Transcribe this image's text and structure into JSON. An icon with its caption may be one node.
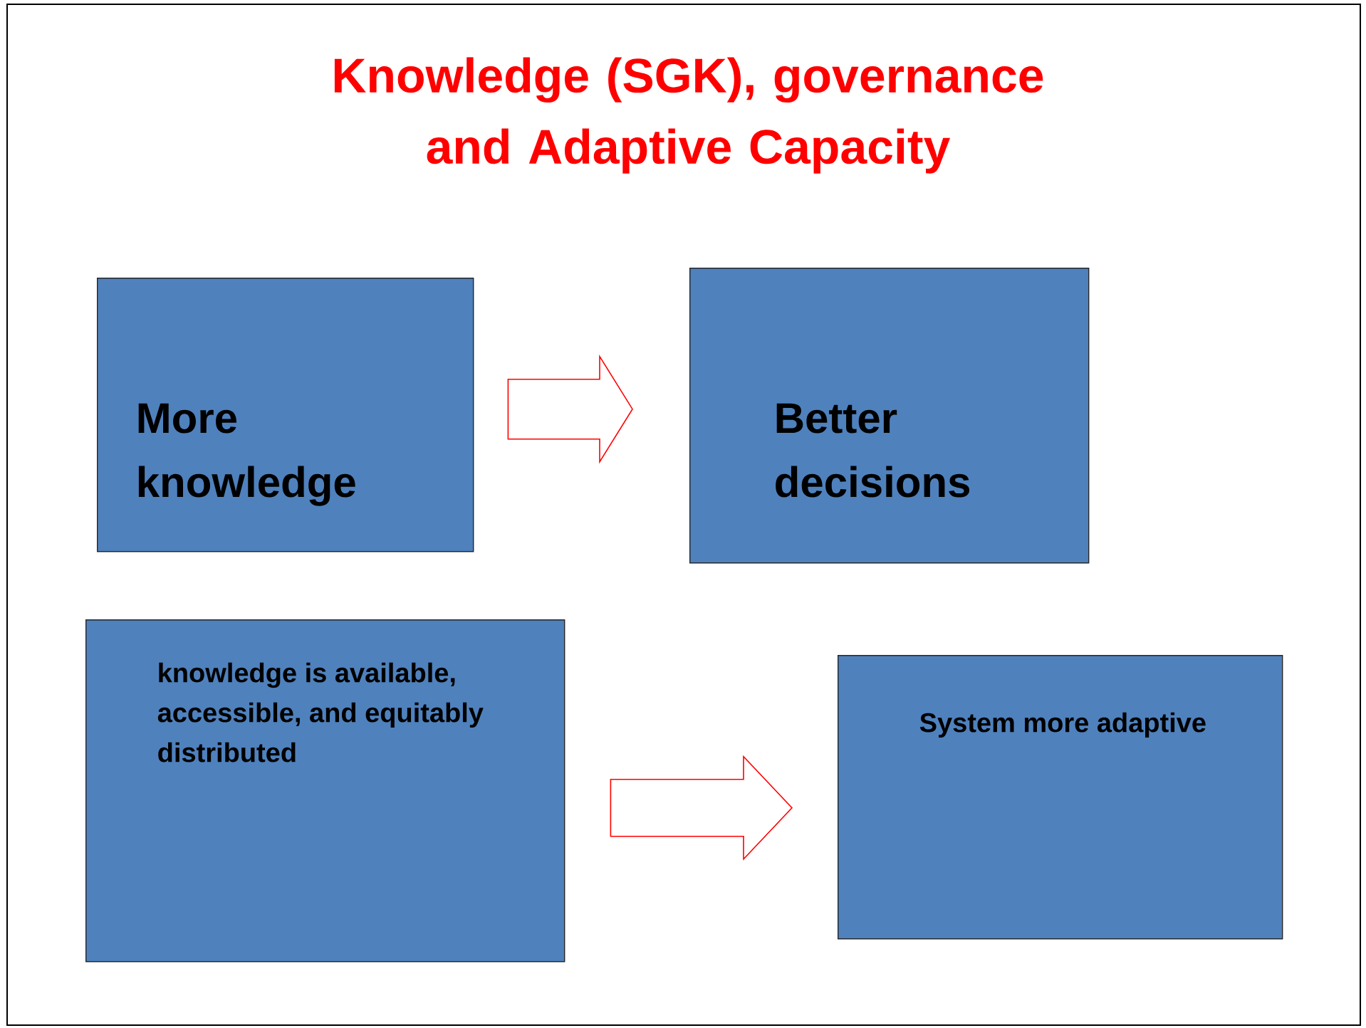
{
  "diagram": {
    "title": "Knowledge (SGK), governance and Adaptive Capacity",
    "nodes": [
      {
        "text": [
          "More knowledge"
        ]
      },
      {
        "text": [
          "Better decisions"
        ]
      },
      {
        "text": [
          "knowledge is available, accessible, and equitably distributed"
        ]
      },
      {
        "text": [
          "System more adaptive"
        ]
      }
    ],
    "edges": [
      {
        "from": 0,
        "to": 1,
        "arrow": "to"
      },
      {
        "from": 2,
        "to": 3,
        "arrow": "to"
      }
    ]
  }
}
